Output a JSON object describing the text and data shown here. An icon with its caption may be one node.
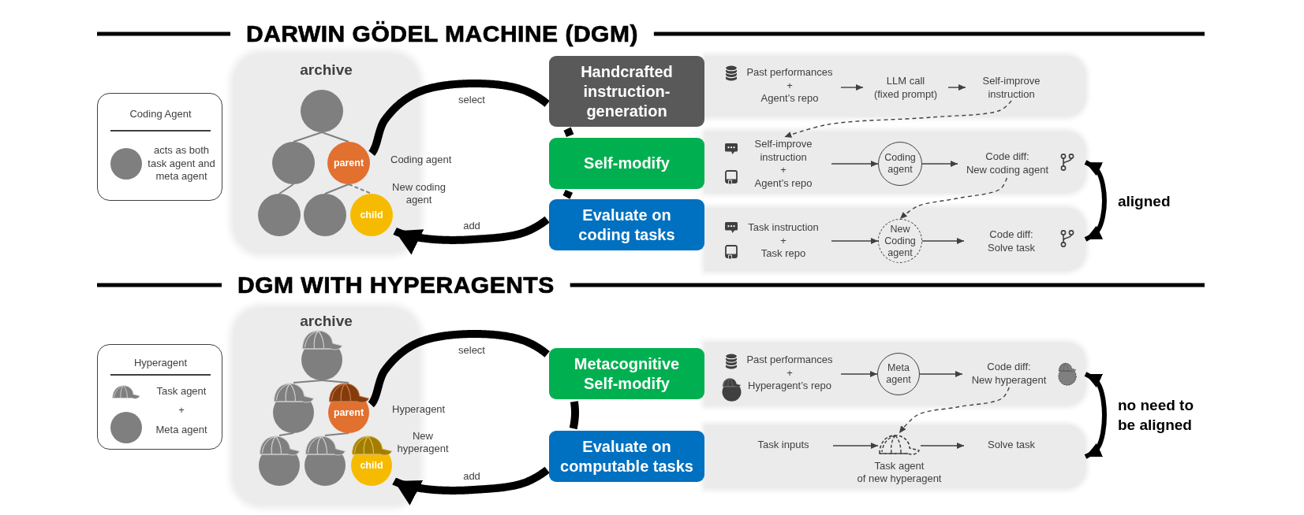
{
  "diagram": {
    "nodes": [
      {
        "text": [
          "Coding Agent",
          "acts as both task agent and meta agent"
        ]
      },
      {
        "text": [
          "archive"
        ]
      },
      {
        "text": [],
        "shape": "circle",
        "in": 1
      },
      {
        "text": [],
        "shape": "circle",
        "in": 1
      },
      {
        "text": [
          "parent"
        ],
        "in": 1,
        "beside": [
          "Coding agent"
        ]
      },
      {
        "text": [],
        "shape": "circle",
        "in": 1
      },
      {
        "text": [],
        "shape": "circle",
        "in": 1
      },
      {
        "text": [
          "child"
        ],
        "in": 1,
        "beside": [
          "New coding agent"
        ]
      },
      {
        "text": [
          "Handcrafted instruction-generation"
        ]
      },
      {
        "text": [
          "Self-modify"
        ]
      },
      {
        "text": [
          "Evaluate on coding tasks"
        ]
      },
      {
        "text": [],
        "shape": "band"
      },
      {
        "text": [
          "Past performances + Agent’s repo"
        ],
        "in": 11
      },
      {
        "text": [
          "LLM call (fixed prompt)"
        ],
        "in": 11
      },
      {
        "text": [
          "Self-improve instruction"
        ],
        "in": 11
      },
      {
        "text": [],
        "shape": "band"
      },
      {
        "text": [
          "Self-improve instruction + Agent’s repo"
        ],
        "in": 15
      },
      {
        "text": [
          "Coding agent"
        ],
        "in": 15
      },
      {
        "text": [
          "Code diff: New coding agent"
        ],
        "in": 15
      },
      {
        "text": [],
        "shape": "band"
      },
      {
        "text": [
          "Task instruction + Task repo"
        ],
        "in": 19
      },
      {
        "text": [
          "New Coding agent"
        ],
        "in": 19
      },
      {
        "text": [
          "Code diff: Solve task"
        ],
        "in": 19
      },
      {
        "text": [
          "Hyperagent",
          "Task agent",
          "+",
          "Meta agent"
        ]
      },
      {
        "text": [
          "archive"
        ]
      },
      {
        "text": [],
        "shape": "circle",
        "in": 24
      },
      {
        "text": [],
        "shape": "circle",
        "in": 24
      },
      {
        "text": [
          "parent"
        ],
        "in": 24,
        "beside": [
          "Hyperagent"
        ]
      },
      {
        "text": [],
        "shape": "circle",
        "in": 24
      },
      {
        "text": [],
        "shape": "circle",
        "in": 24
      },
      {
        "text": [
          "child"
        ],
        "in": 24,
        "beside": [
          "New hyperagent"
        ]
      },
      {
        "text": [
          "Metacognitive Self-modify"
        ]
      },
      {
        "text": [
          "Evaluate on computable tasks"
        ]
      },
      {
        "text": [],
        "shape": "band"
      },
      {
        "text": [
          "Past performances + Hyperagent’s repo"
        ],
        "in": 33
      },
      {
        "text": [
          "Meta agent"
        ],
        "in": 33
      },
      {
        "text": [
          "Code diff: New hyperagent"
        ],
        "in": 33
      },
      {
        "text": [],
        "shape": "band"
      },
      {
        "text": [
          "Task inputs"
        ],
        "in": 37
      },
      {
        "text": [],
        "shape": "picture",
        "in": 37,
        "beside": [
          "Task agent of new hyperagent"
        ]
      },
      {
        "text": [
          "Solve task"
        ],
        "in": 37
      }
    ],
    "edges": [
      {
        "from": 2,
        "to": 3,
        "arrow": "none",
        "color": "#808080"
      },
      {
        "from": 2,
        "to": 4,
        "arrow": "none",
        "color": "#808080"
      },
      {
        "from": 3,
        "to": 5,
        "arrow": "none",
        "color": "#808080"
      },
      {
        "from": 4,
        "to": 6,
        "arrow": "none",
        "color": "#808080"
      },
      {
        "from": 4,
        "to": 7,
        "arrow": "none",
        "style": "dashed",
        "color": "#808080"
      },
      {
        "from": 4,
        "to": 8,
        "arrow": "none",
        "label": "select",
        "style": "thick",
        "color": "#000000"
      },
      {
        "from": 8,
        "to": 9,
        "arrow": "none",
        "style": "thick",
        "color": "#000000"
      },
      {
        "from": 9,
        "to": 10,
        "arrow": "none",
        "style": "thick",
        "color": "#000000"
      },
      {
        "from": 10,
        "to": 7,
        "arrow": "to",
        "label": "add",
        "style": "thick",
        "color": "#000000"
      },
      {
        "from": 12,
        "to": 13,
        "arrow": "to"
      },
      {
        "from": 13,
        "to": 14,
        "arrow": "to"
      },
      {
        "from": 14,
        "to": 16,
        "arrow": "to",
        "style": "dashed"
      },
      {
        "from": 16,
        "to": 17,
        "arrow": "to"
      },
      {
        "from": 17,
        "to": 18,
        "arrow": "to"
      },
      {
        "from": 18,
        "to": 21,
        "arrow": "to",
        "style": "dashed"
      },
      {
        "from": 20,
        "to": 21,
        "arrow": "to"
      },
      {
        "from": 21,
        "to": 22,
        "arrow": "to"
      },
      {
        "from": 15,
        "to": 19,
        "arrow": "both",
        "label": "aligned",
        "style": "thick",
        "color": "#000000"
      },
      {
        "from": 25,
        "to": 26,
        "arrow": "none",
        "color": "#808080"
      },
      {
        "from": 25,
        "to": 27,
        "arrow": "none",
        "color": "#808080"
      },
      {
        "from": 26,
        "to": 28,
        "arrow": "none",
        "color": "#808080"
      },
      {
        "from": 27,
        "to": 29,
        "arrow": "none",
        "color": "#808080"
      },
      {
        "from": 27,
        "to": 31,
        "arrow": "none",
        "label": "select",
        "style": "thick",
        "color": "#000000"
      },
      {
        "from": 31,
        "to": 32,
        "arrow": "none",
        "style": "thick",
        "color": "#000000"
      },
      {
        "from": 32,
        "to": 30,
        "arrow": "to",
        "label": "add",
        "style": "thick",
        "color": "#000000"
      },
      {
        "from": 34,
        "to": 35,
        "arrow": "to"
      },
      {
        "from": 35,
        "to": 36,
        "arrow": "to"
      },
      {
        "from": 36,
        "to": 39,
        "arrow": "to",
        "style": "dashed"
      },
      {
        "from": 38,
        "to": 39,
        "arrow": "to"
      },
      {
        "from": 39,
        "to": 40,
        "arrow": "to"
      },
      {
        "from": 33,
        "to": 37,
        "arrow": "both",
        "label": "no need to be aligned",
        "style": "thick",
        "color": "#000000"
      }
    ],
    "labels": [
      "DARWIN GÖDEL MACHINE (DGM)",
      "DGM WITH HYPERAGENTS"
    ]
  }
}
